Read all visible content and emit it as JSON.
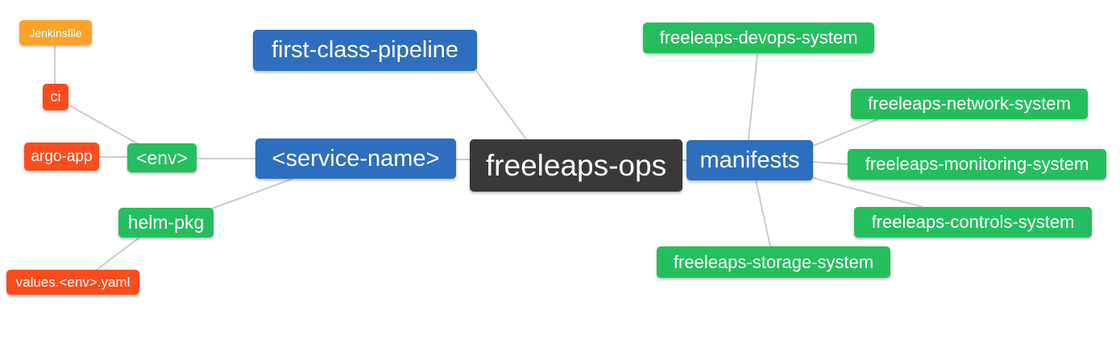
{
  "colors": {
    "blue": "#2D6FBE",
    "green": "#25BE5F",
    "orange": "#F9A32B",
    "red": "#F94D1E",
    "dark": "#3B3838",
    "edge": "#CCCCCC",
    "text": "#FFFFFF",
    "background": "#FFFFFF"
  },
  "mindmap": {
    "type": "mindmap",
    "root_label": "freeleaps-ops",
    "nodes": {
      "jenkinsfile": {
        "label": "Jenkinsfile",
        "color": "orange"
      },
      "ci": {
        "label": "ci",
        "color": "red"
      },
      "argo_app": {
        "label": "argo-app",
        "color": "red"
      },
      "env": {
        "label": "<env>",
        "color": "green"
      },
      "helm_pkg": {
        "label": "helm-pkg",
        "color": "green"
      },
      "values_env_yaml": {
        "label": "values.<env>.yaml",
        "color": "red"
      },
      "first_class_pipeline": {
        "label": "first-class-pipeline",
        "color": "blue"
      },
      "service_name": {
        "label": "<service-name>",
        "color": "blue"
      },
      "freeleaps_ops": {
        "label": "freeleaps-ops",
        "color": "dark"
      },
      "manifests": {
        "label": "manifests",
        "color": "blue"
      },
      "devops_system": {
        "label": "freeleaps-devops-system",
        "color": "green"
      },
      "network_system": {
        "label": "freeleaps-network-system",
        "color": "green"
      },
      "monitoring_system": {
        "label": "freeleaps-monitoring-system",
        "color": "green"
      },
      "controls_system": {
        "label": "freeleaps-controls-system",
        "color": "green"
      },
      "storage_system": {
        "label": "freeleaps-storage-system",
        "color": "green"
      }
    },
    "edges": [
      [
        "jenkinsfile",
        "ci"
      ],
      [
        "ci",
        "env"
      ],
      [
        "argo_app",
        "env"
      ],
      [
        "env",
        "service_name"
      ],
      [
        "helm_pkg",
        "service_name"
      ],
      [
        "values_env_yaml",
        "helm_pkg"
      ],
      [
        "service_name",
        "freeleaps_ops"
      ],
      [
        "first_class_pipeline",
        "freeleaps_ops"
      ],
      [
        "freeleaps_ops",
        "manifests"
      ],
      [
        "manifests",
        "devops_system"
      ],
      [
        "manifests",
        "network_system"
      ],
      [
        "manifests",
        "monitoring_system"
      ],
      [
        "manifests",
        "controls_system"
      ],
      [
        "manifests",
        "storage_system"
      ]
    ]
  }
}
